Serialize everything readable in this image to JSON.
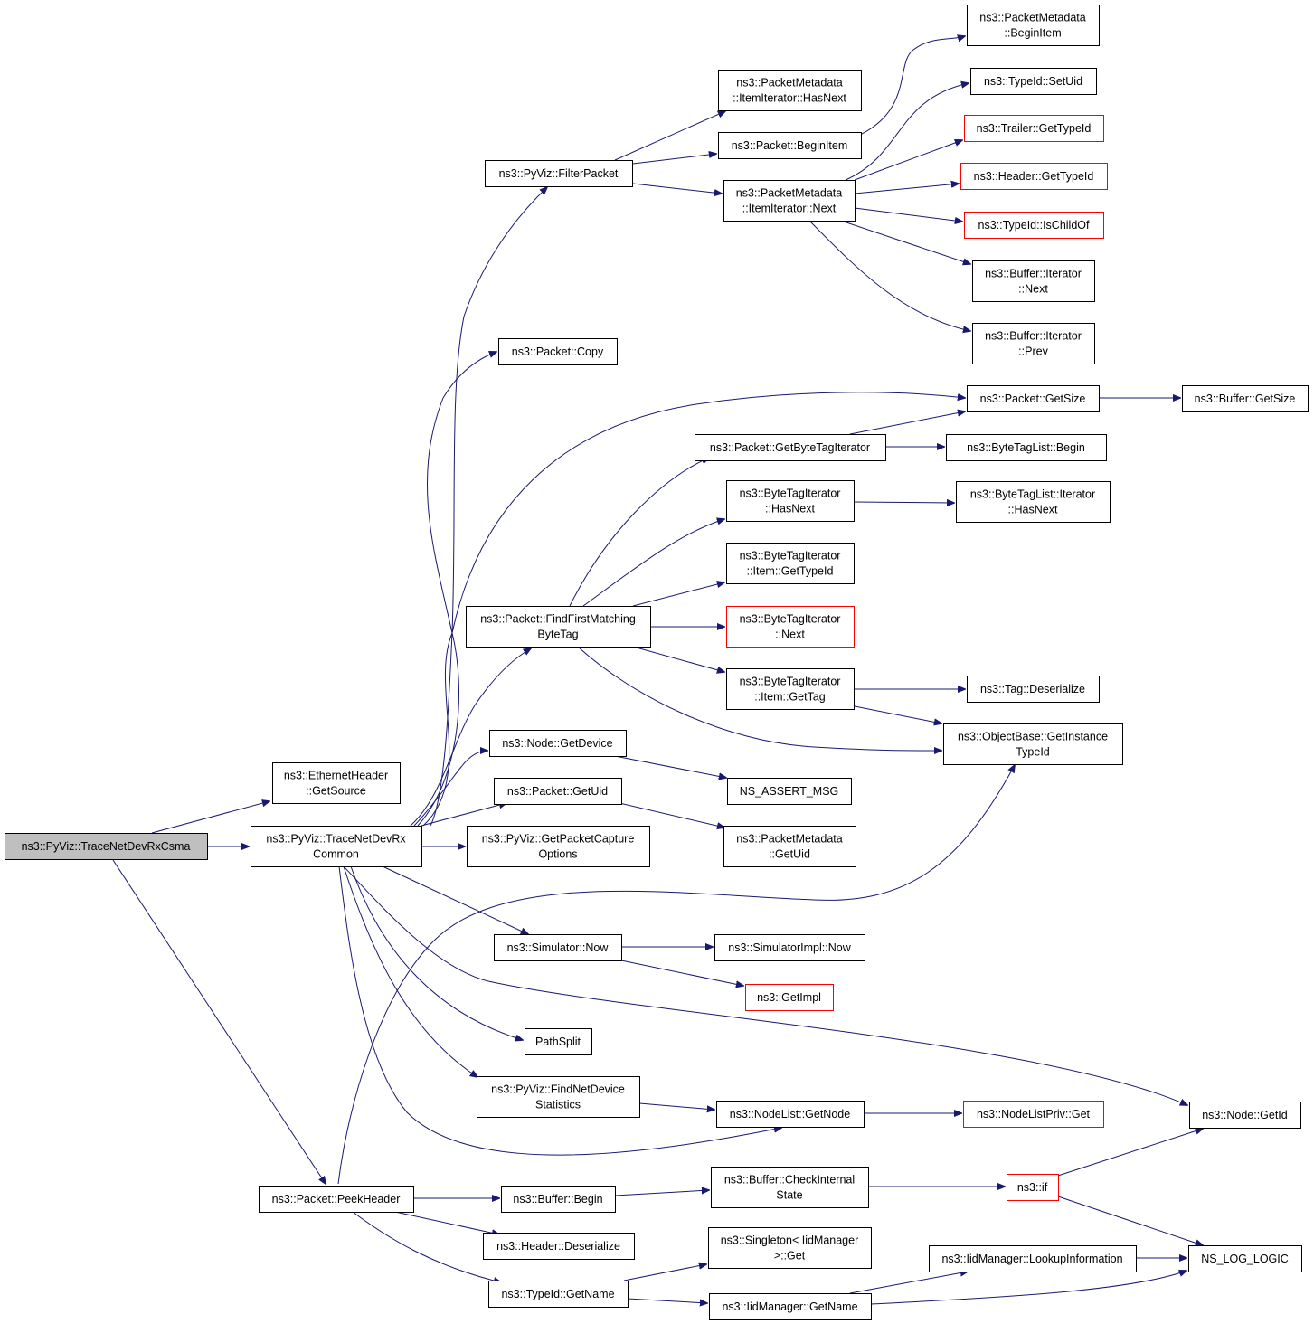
{
  "nodes": [
    {
      "id": "root",
      "lines": [
        "ns3::PyViz::TraceNetDevRxCsma"
      ],
      "style": "root"
    },
    {
      "id": "eth",
      "lines": [
        "ns3::EthernetHeader",
        "::GetSource"
      ],
      "style": "normal"
    },
    {
      "id": "common",
      "lines": [
        "ns3::PyViz::TraceNetDevRx",
        "Common"
      ],
      "style": "normal"
    },
    {
      "id": "peek",
      "lines": [
        "ns3::Packet::PeekHeader"
      ],
      "style": "normal"
    },
    {
      "id": "filter",
      "lines": [
        "ns3::PyViz::FilterPacket"
      ],
      "style": "normal"
    },
    {
      "id": "copy",
      "lines": [
        "ns3::Packet::Copy"
      ],
      "style": "normal"
    },
    {
      "id": "findfirst",
      "lines": [
        "ns3::Packet::FindFirstMatching",
        "ByteTag"
      ],
      "style": "normal"
    },
    {
      "id": "getdevice",
      "lines": [
        "ns3::Node::GetDevice"
      ],
      "style": "normal"
    },
    {
      "id": "getuid",
      "lines": [
        "ns3::Packet::GetUid"
      ],
      "style": "normal"
    },
    {
      "id": "capture",
      "lines": [
        "ns3::PyViz::GetPacketCapture",
        "Options"
      ],
      "style": "normal"
    },
    {
      "id": "simnow",
      "lines": [
        "ns3::Simulator::Now"
      ],
      "style": "normal"
    },
    {
      "id": "pathsplit",
      "lines": [
        "PathSplit"
      ],
      "style": "normal"
    },
    {
      "id": "findnetdev",
      "lines": [
        "ns3::PyViz::FindNetDevice",
        "Statistics"
      ],
      "style": "normal"
    },
    {
      "id": "bufbegin",
      "lines": [
        "ns3::Buffer::Begin"
      ],
      "style": "normal"
    },
    {
      "id": "hdrdeser",
      "lines": [
        "ns3::Header::Deserialize"
      ],
      "style": "normal"
    },
    {
      "id": "tidname",
      "lines": [
        "ns3::TypeId::GetName"
      ],
      "style": "normal"
    },
    {
      "id": "pmhasnext",
      "lines": [
        "ns3::PacketMetadata",
        "::ItemIterator::HasNext"
      ],
      "style": "normal"
    },
    {
      "id": "pktbeginitem",
      "lines": [
        "ns3::Packet::BeginItem"
      ],
      "style": "normal"
    },
    {
      "id": "pmnext",
      "lines": [
        "ns3::PacketMetadata",
        "::ItemIterator::Next"
      ],
      "style": "normal"
    },
    {
      "id": "getbtiter",
      "lines": [
        "ns3::Packet::GetByteTagIterator"
      ],
      "style": "normal"
    },
    {
      "id": "bthasnext",
      "lines": [
        "ns3::ByteTagIterator",
        "::HasNext"
      ],
      "style": "normal"
    },
    {
      "id": "btitemtid",
      "lines": [
        "ns3::ByteTagIterator",
        "::Item::GetTypeId"
      ],
      "style": "normal"
    },
    {
      "id": "btnext",
      "lines": [
        "ns3::ByteTagIterator",
        "::Next"
      ],
      "style": "red"
    },
    {
      "id": "btitemgettag",
      "lines": [
        "ns3::ByteTagIterator",
        "::Item::GetTag"
      ],
      "style": "normal"
    },
    {
      "id": "assert",
      "lines": [
        "NS_ASSERT_MSG"
      ],
      "style": "normal"
    },
    {
      "id": "pmgetuid",
      "lines": [
        "ns3::PacketMetadata",
        "::GetUid"
      ],
      "style": "normal"
    },
    {
      "id": "simimplnow",
      "lines": [
        "ns3::SimulatorImpl::Now"
      ],
      "style": "normal"
    },
    {
      "id": "getimpl",
      "lines": [
        "ns3::GetImpl"
      ],
      "style": "red"
    },
    {
      "id": "nlgetnode",
      "lines": [
        "ns3::NodeList::GetNode"
      ],
      "style": "normal"
    },
    {
      "id": "checkint",
      "lines": [
        "ns3::Buffer::CheckInternal",
        "State"
      ],
      "style": "normal"
    },
    {
      "id": "singleton",
      "lines": [
        "ns3::Singleton< IidManager",
        ">::Get"
      ],
      "style": "normal"
    },
    {
      "id": "iidgetname",
      "lines": [
        "ns3::IidManager::GetName"
      ],
      "style": "normal"
    },
    {
      "id": "pmbeginitem",
      "lines": [
        "ns3::PacketMetadata",
        "::BeginItem"
      ],
      "style": "normal"
    },
    {
      "id": "setuid",
      "lines": [
        "ns3::TypeId::SetUid"
      ],
      "style": "normal"
    },
    {
      "id": "trailertid",
      "lines": [
        "ns3::Trailer::GetTypeId"
      ],
      "style": "red"
    },
    {
      "id": "headertid",
      "lines": [
        "ns3::Header::GetTypeId"
      ],
      "style": "red"
    },
    {
      "id": "ischildof",
      "lines": [
        "ns3::TypeId::IsChildOf"
      ],
      "style": "red"
    },
    {
      "id": "bufiternext",
      "lines": [
        "ns3::Buffer::Iterator",
        "::Next"
      ],
      "style": "normal"
    },
    {
      "id": "bufiterprev",
      "lines": [
        "ns3::Buffer::Iterator",
        "::Prev"
      ],
      "style": "normal"
    },
    {
      "id": "pktgetsize",
      "lines": [
        "ns3::Packet::GetSize"
      ],
      "style": "normal"
    },
    {
      "id": "btlbegin",
      "lines": [
        "ns3::ByteTagList::Begin"
      ],
      "style": "normal"
    },
    {
      "id": "btliterhasnext",
      "lines": [
        "ns3::ByteTagList::Iterator",
        "::HasNext"
      ],
      "style": "normal"
    },
    {
      "id": "tagdeser",
      "lines": [
        "ns3::Tag::Deserialize"
      ],
      "style": "normal"
    },
    {
      "id": "objinst",
      "lines": [
        "ns3::ObjectBase::GetInstance",
        "TypeId"
      ],
      "style": "normal"
    },
    {
      "id": "nlpget",
      "lines": [
        "ns3::NodeListPriv::Get"
      ],
      "style": "red"
    },
    {
      "id": "nsif",
      "lines": [
        "ns3::if"
      ],
      "style": "red"
    },
    {
      "id": "lookup",
      "lines": [
        "ns3::IidManager::LookupInformation"
      ],
      "style": "normal"
    },
    {
      "id": "bufgetsize",
      "lines": [
        "ns3::Buffer::GetSize"
      ],
      "style": "normal"
    },
    {
      "id": "nodegetid",
      "lines": [
        "ns3::Node::GetId"
      ],
      "style": "normal"
    },
    {
      "id": "nslog",
      "lines": [
        "NS_LOG_LOGIC"
      ],
      "style": "normal"
    }
  ],
  "edges": [
    [
      "root",
      "eth"
    ],
    [
      "root",
      "common"
    ],
    [
      "root",
      "peek"
    ],
    [
      "common",
      "filter"
    ],
    [
      "common",
      "copy"
    ],
    [
      "common",
      "pktgetsize"
    ],
    [
      "common",
      "findfirst"
    ],
    [
      "common",
      "getdevice"
    ],
    [
      "common",
      "getuid"
    ],
    [
      "common",
      "capture"
    ],
    [
      "common",
      "simnow"
    ],
    [
      "common",
      "nodegetid"
    ],
    [
      "common",
      "pathsplit"
    ],
    [
      "common",
      "findnetdev"
    ],
    [
      "common",
      "nlgetnode"
    ],
    [
      "peek",
      "objinst"
    ],
    [
      "peek",
      "bufbegin"
    ],
    [
      "peek",
      "hdrdeser"
    ],
    [
      "peek",
      "tidname"
    ],
    [
      "filter",
      "pmhasnext"
    ],
    [
      "filter",
      "pktbeginitem"
    ],
    [
      "filter",
      "pmnext"
    ],
    [
      "pktbeginitem",
      "pmbeginitem"
    ],
    [
      "pmnext",
      "setuid"
    ],
    [
      "pmnext",
      "trailertid"
    ],
    [
      "pmnext",
      "headertid"
    ],
    [
      "pmnext",
      "ischildof"
    ],
    [
      "pmnext",
      "bufiternext"
    ],
    [
      "pmnext",
      "bufiterprev"
    ],
    [
      "findfirst",
      "getbtiter"
    ],
    [
      "findfirst",
      "bthasnext"
    ],
    [
      "findfirst",
      "btitemtid"
    ],
    [
      "findfirst",
      "btnext"
    ],
    [
      "findfirst",
      "btitemgettag"
    ],
    [
      "findfirst",
      "objinst"
    ],
    [
      "getbtiter",
      "pktgetsize"
    ],
    [
      "getbtiter",
      "btlbegin"
    ],
    [
      "bthasnext",
      "btliterhasnext"
    ],
    [
      "btitemgettag",
      "tagdeser"
    ],
    [
      "btitemgettag",
      "objinst"
    ],
    [
      "pktgetsize",
      "bufgetsize"
    ],
    [
      "getdevice",
      "assert"
    ],
    [
      "getuid",
      "pmgetuid"
    ],
    [
      "simnow",
      "simimplnow"
    ],
    [
      "simnow",
      "getimpl"
    ],
    [
      "findnetdev",
      "nlgetnode"
    ],
    [
      "nlgetnode",
      "nlpget"
    ],
    [
      "bufbegin",
      "checkint"
    ],
    [
      "checkint",
      "nsif"
    ],
    [
      "nsif",
      "nodegetid"
    ],
    [
      "nsif",
      "nslog"
    ],
    [
      "tidname",
      "singleton"
    ],
    [
      "tidname",
      "iidgetname"
    ],
    [
      "iidgetname",
      "lookup"
    ],
    [
      "iidgetname",
      "nslog"
    ],
    [
      "lookup",
      "nslog"
    ]
  ],
  "colors": {
    "edge": "#191970",
    "node_border": "#000000",
    "highlight_border": "#ff0000",
    "root_fill": "#bfbfbf"
  }
}
